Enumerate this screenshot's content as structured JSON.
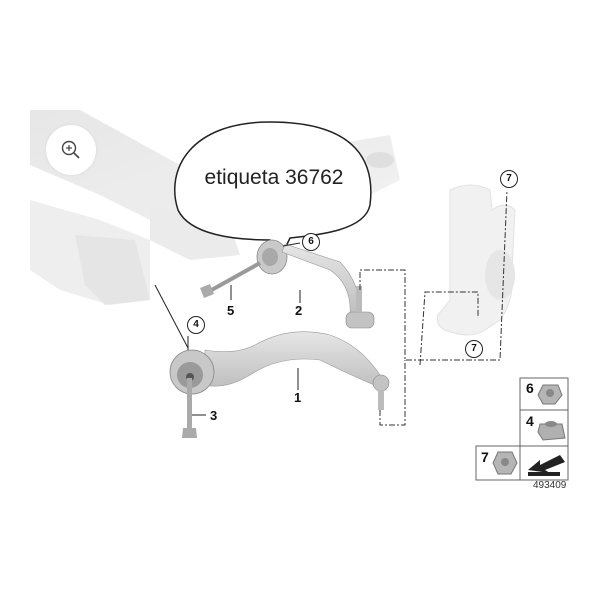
{
  "overlay": {
    "label_bubble": "etiqueta 36762",
    "zoom_icon": "zoom-in-icon"
  },
  "callouts": {
    "part_1": "1",
    "part_2": "2",
    "part_3": "3",
    "part_5": "5",
    "circled_4": "4",
    "circled_6": "6",
    "circled_7_top": "7",
    "circled_7_bottom": "7"
  },
  "legend": {
    "items": [
      {
        "number": "6",
        "part": "flange nut"
      },
      {
        "number": "4",
        "part": "square nut"
      },
      {
        "number": "7",
        "part": "flange nut"
      }
    ],
    "arrow_icon": "direction-arrow-icon"
  },
  "diagram_id": "493409"
}
